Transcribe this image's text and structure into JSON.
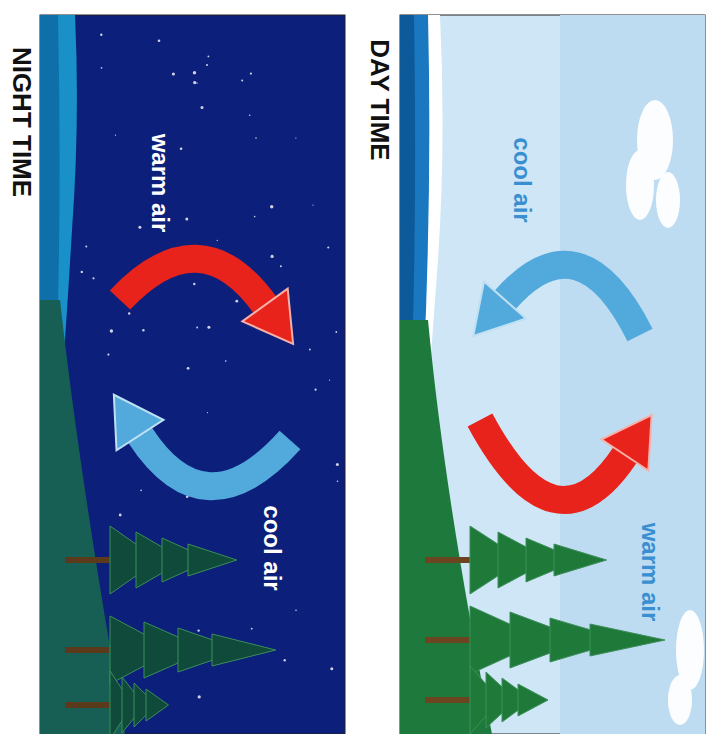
{
  "diagram": {
    "labels": [
      "DAY TIME",
      "cool air",
      "warm air",
      "NIGHT TIME",
      "warm air",
      "cool air"
    ]
  }
}
